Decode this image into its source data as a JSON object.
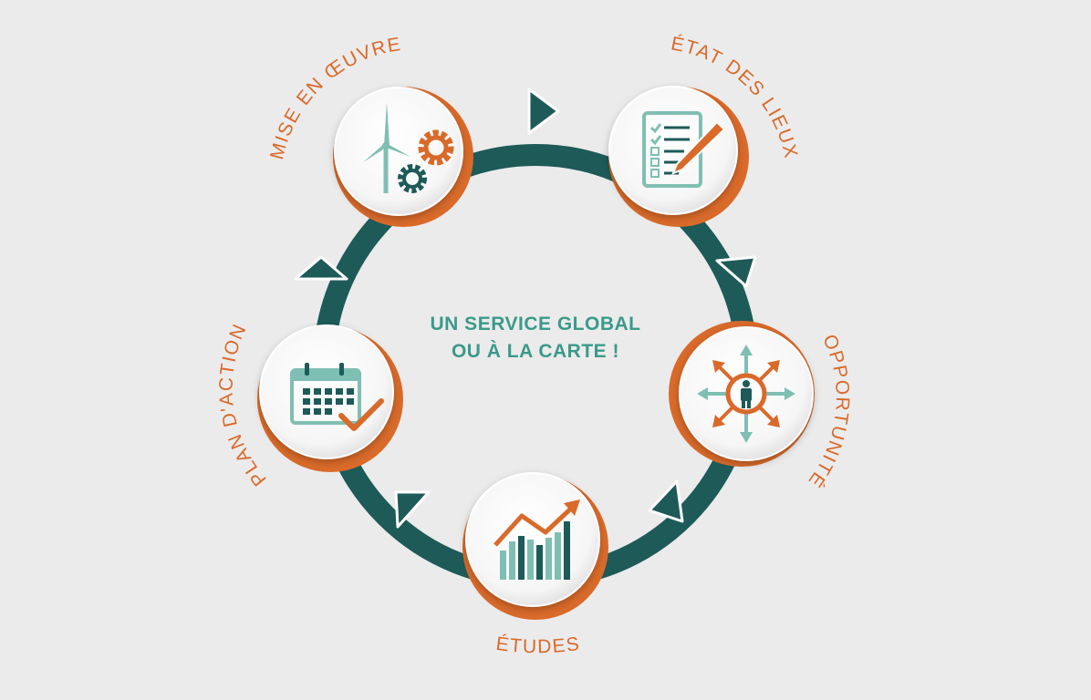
{
  "center": {
    "line1": "UN SERVICE GLOBAL",
    "line2": "OU À LA CARTE !"
  },
  "steps": [
    {
      "label": "MISE EN ŒUVRE",
      "icon": "wind-turbine-gears-icon"
    },
    {
      "label": "ÉTAT DES LIEUX",
      "icon": "checklist-pen-icon"
    },
    {
      "label": "OPPORTUNITÉS",
      "icon": "person-arrows-icon"
    },
    {
      "label": "ÉTUDES",
      "icon": "bar-chart-growth-icon"
    },
    {
      "label": "PLAN D'ACTION",
      "icon": "calendar-check-icon"
    }
  ],
  "colors": {
    "background": "#ebebeb",
    "ring": "#1d5a58",
    "accent": "#d96a2a",
    "teal": "#7fbfb3",
    "dark_teal": "#1d5a58",
    "center_text": "#3a9a8a"
  }
}
